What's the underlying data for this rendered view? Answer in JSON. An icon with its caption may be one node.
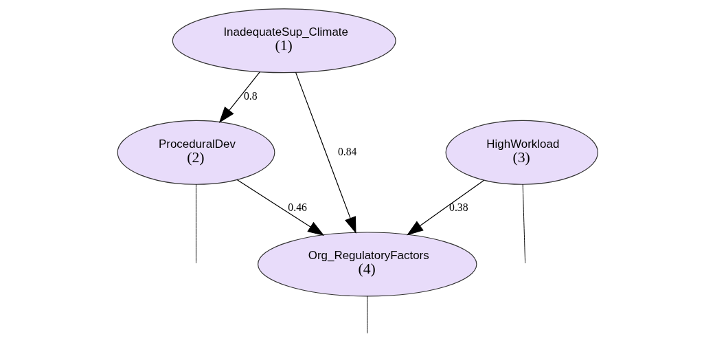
{
  "diagram": {
    "nodes": [
      {
        "text": [
          "ProceduralDev",
          "(2)"
        ]
      },
      {
        "text": [
          "InadequateSup_Climate",
          "(1)"
        ]
      },
      {
        "text": [
          "HighWorkload",
          "(3)"
        ]
      },
      {
        "text": [
          "Org_RegulatoryFactors",
          "(4)"
        ]
      }
    ],
    "edges": [
      {
        "from": 1,
        "to": 0,
        "arrow": "to",
        "label": "0.8"
      },
      {
        "from": 0,
        "to": 3,
        "arrow": "to",
        "label": "0.46"
      },
      {
        "from": 1,
        "to": 3,
        "arrow": "to",
        "label": "0.84"
      },
      {
        "from": 2,
        "to": 3,
        "arrow": "to",
        "label": "0.38"
      },
      {
        "from": 0,
        "to": null,
        "arrow": "none"
      },
      {
        "from": 2,
        "to": null,
        "arrow": "none"
      },
      {
        "from": 3,
        "to": null,
        "arrow": "none"
      }
    ]
  }
}
